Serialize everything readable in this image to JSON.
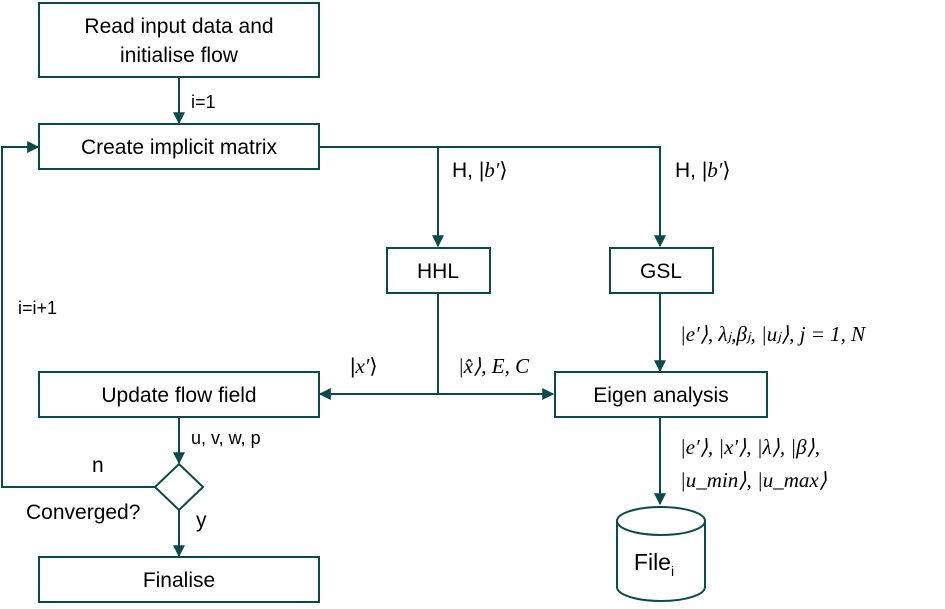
{
  "nodes": {
    "read_input": {
      "line1": "Read input data and",
      "line2": "initialise flow"
    },
    "create_matrix": "Create implicit matrix",
    "hhl": "HHL",
    "gsl": "GSL",
    "update_flow": "Update flow field",
    "eigen": "Eigen analysis",
    "converged": "Converged?",
    "finalise": "Finalise",
    "file": {
      "base": "File",
      "sub": "i"
    }
  },
  "edges": {
    "init_index": "i=1",
    "loop_index": "i=i+1",
    "to_hhl": {
      "prefix": "H, |",
      "var": "b′",
      "suffix": "⟩"
    },
    "to_gsl": {
      "prefix": "H, |",
      "var": "b′",
      "suffix": "⟩"
    },
    "hhl_to_update": {
      "open": "|",
      "var": "x′",
      "close": "⟩"
    },
    "hhl_to_eigen": "|x̂⟩, E, C",
    "gsl_to_eigen": "|e′⟩, λⱼ,βⱼ, |uⱼ⟩, j = 1, N",
    "update_out": "u, v, w, p",
    "no": "n",
    "yes": "y",
    "eigen_to_file_line1": "|e′⟩, |x′⟩, |λ⟩, |β⟩,",
    "eigen_to_file_line2": "|u_min⟩, |u_max⟩"
  },
  "colors": {
    "stroke": "#0b4a4a",
    "text": "#000000",
    "background": "#ffffff"
  }
}
